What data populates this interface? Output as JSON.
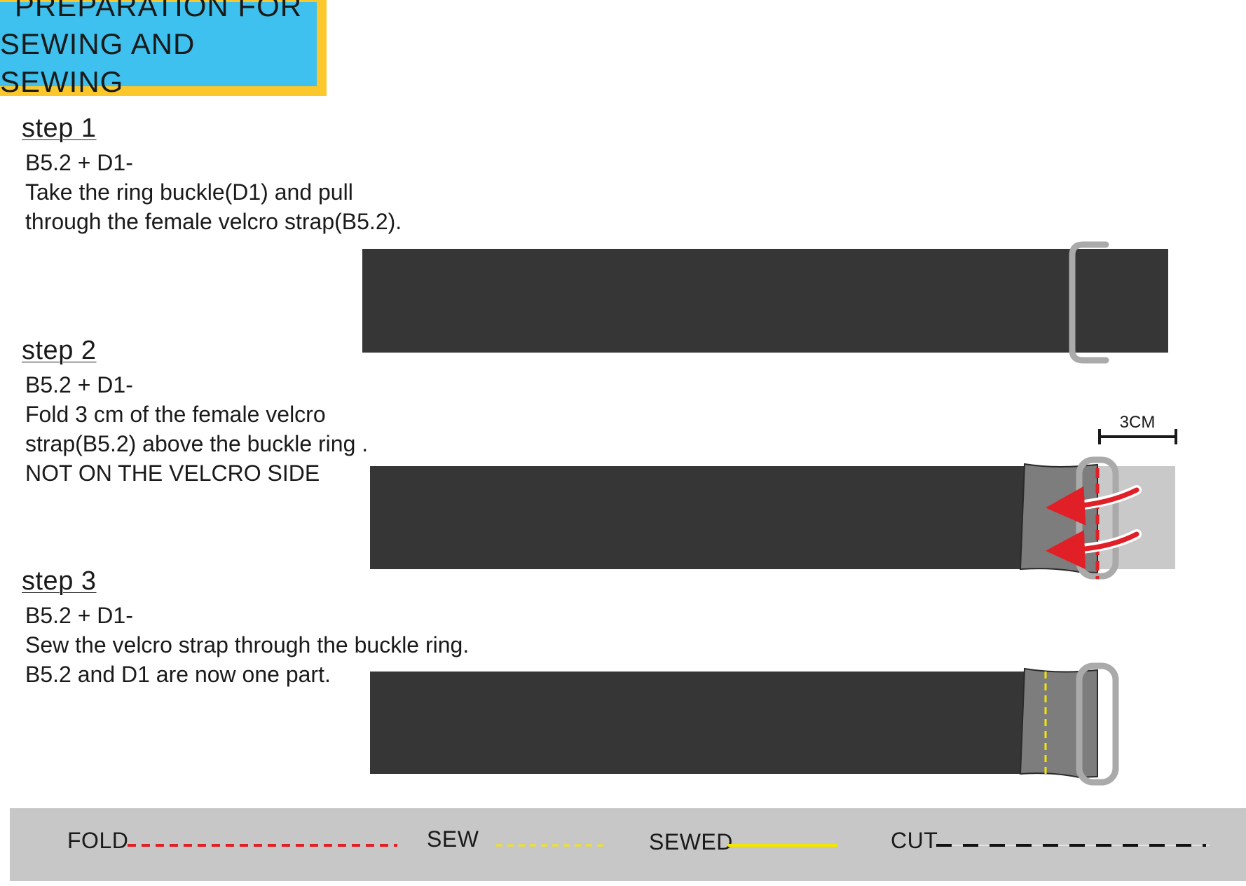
{
  "header": {
    "title_line1": "PREPARATION FOR",
    "title_line2": "SEWING AND SEWING"
  },
  "steps": [
    {
      "title": "step 1",
      "lines": [
        "B5.2 + D1-",
        "Take the ring buckle(D1) and pull",
        "through the female velcro strap(B5.2)."
      ]
    },
    {
      "title": "step 2",
      "lines": [
        "B5.2 + D1-",
        "Fold 3 cm of the female velcro",
        "strap(B5.2) above the buckle ring .",
        "NOT ON THE VELCRO SIDE"
      ]
    },
    {
      "title": "step 3",
      "lines": [
        "B5.2 + D1-",
        "Sew the velcro strap through the buckle ring.",
        "B5.2 and D1 are now one part."
      ]
    }
  ],
  "measure": {
    "label": "3CM"
  },
  "legend": {
    "fold_label": "FOLD",
    "sew_label": "SEW",
    "sewed_label": "SEWED",
    "cut_label": "CUT"
  },
  "colors": {
    "title_bg": "#3ec1ee",
    "title_border": "#fcc72a",
    "strap": "#363636",
    "folded_strap": "#7d7d7d",
    "ghost_strap": "#c9c9c9",
    "ring": "#aaaaaa",
    "fold_line": "#e01f26",
    "sew_line": "#f4e600",
    "legend_bg": "#c7c7c7"
  }
}
